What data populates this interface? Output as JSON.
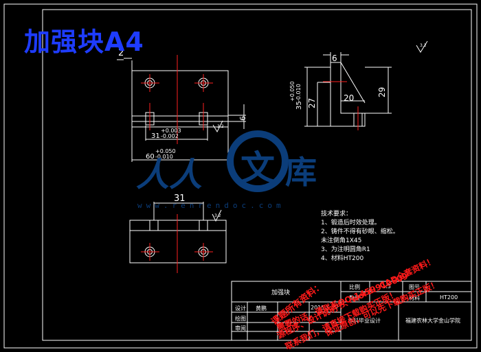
{
  "title": "加强块A4",
  "watermark": {
    "logo_left": "人人",
    "logo_mid": "文",
    "logo_right": "库",
    "url": "www.renrendoc.com"
  },
  "dimensions": {
    "top_view_2": "2",
    "top_view_31": "31",
    "top_view_31_tol_up": "+0.003",
    "top_view_31_tol_dn": "-0.002",
    "top_view_60": "60",
    "top_view_60_tol_up": "+0.050",
    "top_view_60_tol_dn": "-0.010",
    "top_view_6": "6",
    "side_6": "6",
    "side_35": "35",
    "side_35_tol_up": "+0.050",
    "side_35_tol_dn": "-0.010",
    "side_27": "27",
    "side_29": "29",
    "side_20": "20",
    "bottom_31": "31",
    "roughness_1": "3.2",
    "roughness_2": "3.2",
    "roughness_3": "3.2"
  },
  "notes": [
    "技术要求：",
    "1、锻造后时效处理。",
    "2、铸件不得有砂眼、缩松。",
    "未注倒角1X45",
    "3、为注明圆角R1",
    "4、材料HT200"
  ],
  "title_block": {
    "part_name": "加强块",
    "scale_label": "比例",
    "scale_value": "1:3",
    "drawing_no_label": "图号",
    "qty_label": "数量",
    "material_label": "材料",
    "material_value": "HT200",
    "design_label": "设计",
    "designer": "黄鹏",
    "date": "2015.5.27",
    "draw_label": "绘图",
    "review_label": "审阅",
    "project": "本科毕业设计",
    "school": "福建农林大学金山学院"
  },
  "ads": [
    "课题所有资料：",
    "源程序、设计说明书、word、CAD全套资料！",
    "需要的话，请联系QQ:1459919609",
    "保证原创，可以先下载购买正版！",
    "联系我们，请直接下载购买正版！"
  ]
}
